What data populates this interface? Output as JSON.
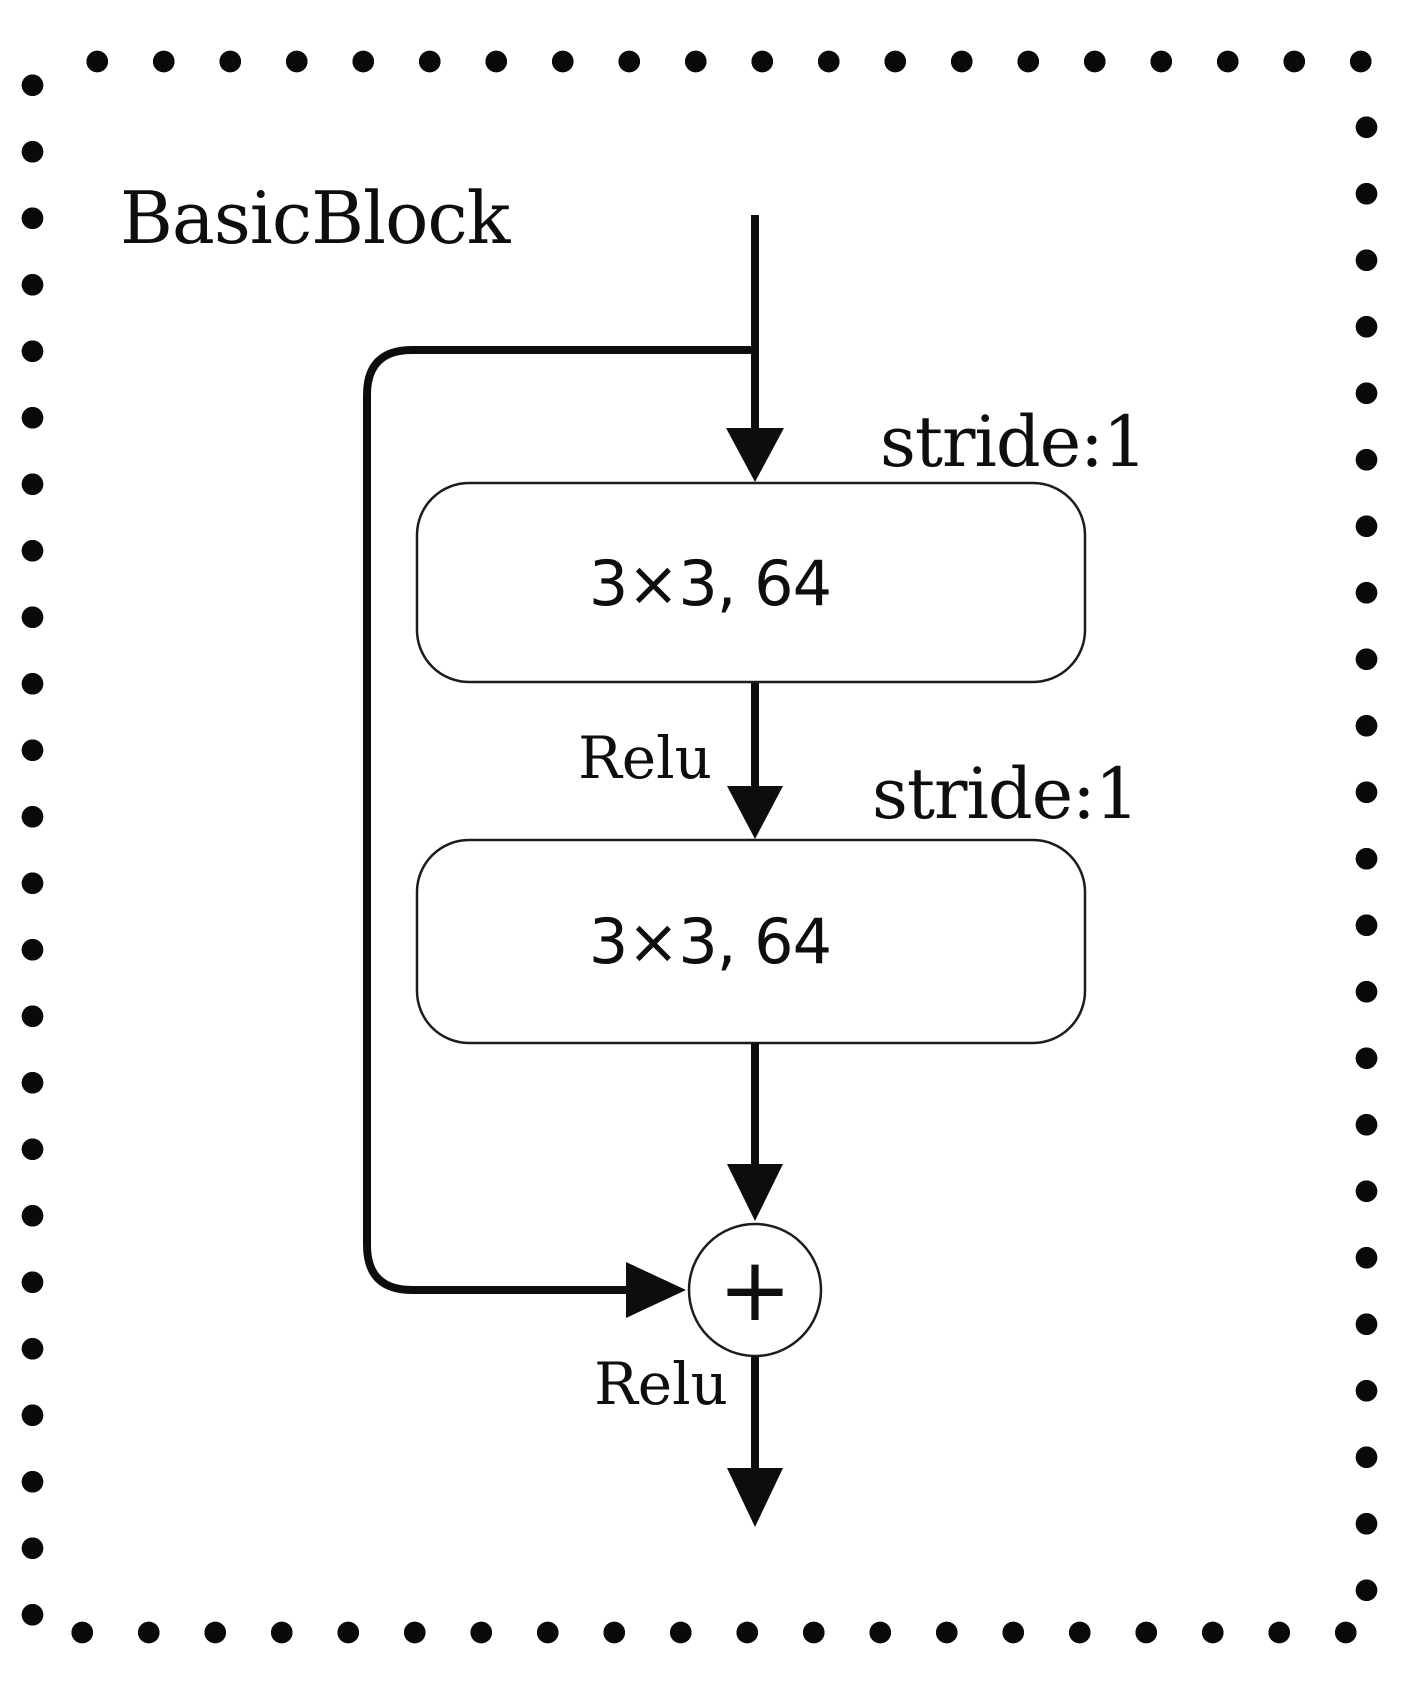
{
  "title": "BasicBlock",
  "nodes": {
    "conv1": {
      "label": "3×3, 64",
      "annotation": "stride:1"
    },
    "conv2": {
      "label": "3×3, 64",
      "annotation": "stride:1"
    },
    "add": {
      "symbol": "+"
    }
  },
  "edges": {
    "relu_mid": "Relu",
    "relu_out": "Relu"
  },
  "colors": {
    "line": "#0d0d0d",
    "box_border": "#1c1c1c",
    "dot": "#0a0a0a",
    "background": "#ffffff"
  }
}
